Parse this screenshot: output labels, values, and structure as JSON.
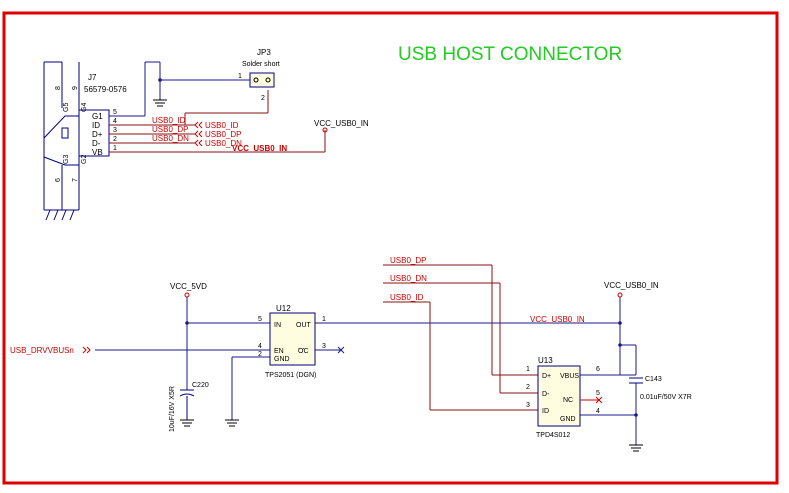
{
  "title": "USB HOST CONNECTOR",
  "colors": {
    "frame": "#e00000",
    "title": "#22cc22",
    "wire_blue": "#1a1a8c",
    "wire_red": "#8b1010",
    "net_label": "#cc0000",
    "component": "#000080",
    "text": "#000000"
  },
  "j7": {
    "ref": "J7",
    "part": "56579-0576",
    "pins_left": [
      "G1",
      "ID",
      "D+",
      "D-",
      "VB"
    ],
    "pins_left_nums": [
      "5",
      "4",
      "3",
      "2",
      "1"
    ],
    "shield_pins": [
      "G5",
      "G4",
      "G3",
      "G2"
    ],
    "shield_nums": [
      "8",
      "9",
      "6",
      "7"
    ]
  },
  "jp3": {
    "ref": "JP3",
    "value": "Solder short",
    "pin1": "1",
    "pin2": "2"
  },
  "nets_top": {
    "usb0_id": "USB0_ID",
    "usb0_dp": "USB0_DP",
    "usb0_dn": "USB0_DN",
    "vcc_usb0_in": "VCC_USB0_IN",
    "vcc_usb0_in_label": "VCC_USB0_IN"
  },
  "u12": {
    "ref": "U12",
    "part": "TPS2051 (DGN)",
    "pins": {
      "in": "IN",
      "en": "EN",
      "gnd": "GND",
      "out": "OUT",
      "oc": "OC"
    },
    "pin_nums": {
      "in": "5",
      "en": "4",
      "gnd": "2",
      "out": "1",
      "oc": "3"
    }
  },
  "vcc_5vd": "VCC_5VD",
  "usb_drvvbus": "USB_DRVVBUSn",
  "c220": {
    "ref": "C220",
    "value": "10uF/16V X5R"
  },
  "c143": {
    "ref": "C143",
    "value": "0.01uF/50V X7R"
  },
  "vcc_usb0_in_right": "VCC_USB0_IN",
  "vcc_usb0_in_wire": "VCC_USB0_IN",
  "nets_bottom": {
    "dp": "USB0_DP",
    "dn": "USB0_DN",
    "id": "USB0_ID"
  },
  "u13": {
    "ref": "U13",
    "part": "TPD4S012",
    "pins_left": [
      "D+",
      "D-",
      "ID"
    ],
    "pins_left_nums": [
      "1",
      "2",
      "3"
    ],
    "pins_right": [
      "VBUS",
      "NC",
      "GND"
    ],
    "pins_right_nums": [
      "6",
      "5",
      "4"
    ]
  }
}
